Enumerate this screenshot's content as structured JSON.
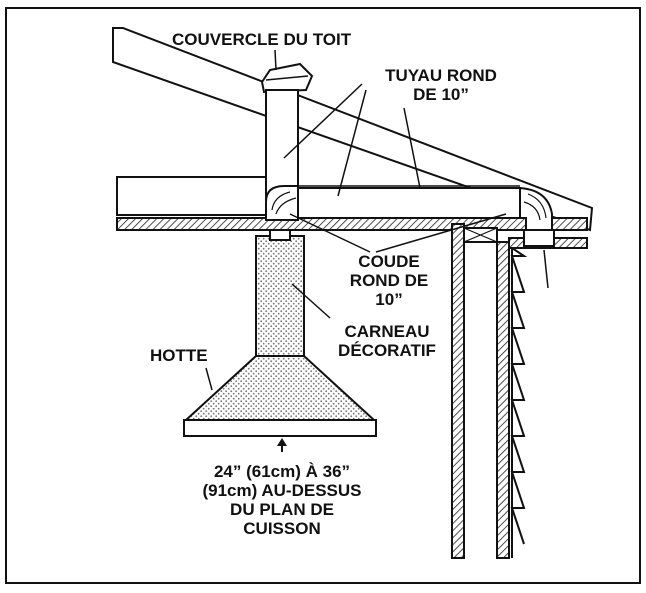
{
  "labels": {
    "roof_cap": "COUVERCLE DU TOIT",
    "round_pipe_line1": "TUYAU ROND",
    "round_pipe_line2": "DE 10”",
    "elbow_line1": "COUDE",
    "elbow_line2": "ROND DE",
    "elbow_line3": "10”",
    "chimney_line1": "CARNEAU",
    "chimney_line2": "DÉCORATIF",
    "hood": "HOTTE",
    "height_line1": "24” (61cm) À 36”",
    "height_line2": "(91cm) AU-DESSUS",
    "height_line3": "DU PLAN DE",
    "height_line4": "CUISSON"
  },
  "colors": {
    "ink": "#111111",
    "background": "#ffffff",
    "stipple": "#9a9a9a"
  }
}
